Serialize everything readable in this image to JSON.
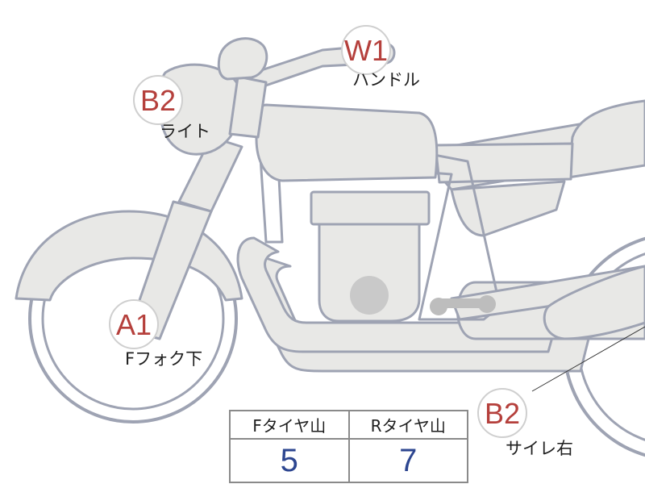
{
  "callouts": [
    {
      "id": "handle",
      "code": "W1",
      "label": "ハンドル"
    },
    {
      "id": "light",
      "code": "B2",
      "label": "ライト"
    },
    {
      "id": "front-fork",
      "code": "A1",
      "label": "Fフォク下"
    },
    {
      "id": "muffler-right",
      "code": "B2",
      "label": "サイレ右"
    }
  ],
  "tread_table": {
    "headers": [
      "Fタイヤ山",
      "Rタイヤ山"
    ],
    "values": [
      "5",
      "7"
    ]
  },
  "colors": {
    "body_fill": "#e8e8e6",
    "outline": "#9ea3b3",
    "code_text": "#b5403c",
    "value_text": "#2d4690"
  }
}
